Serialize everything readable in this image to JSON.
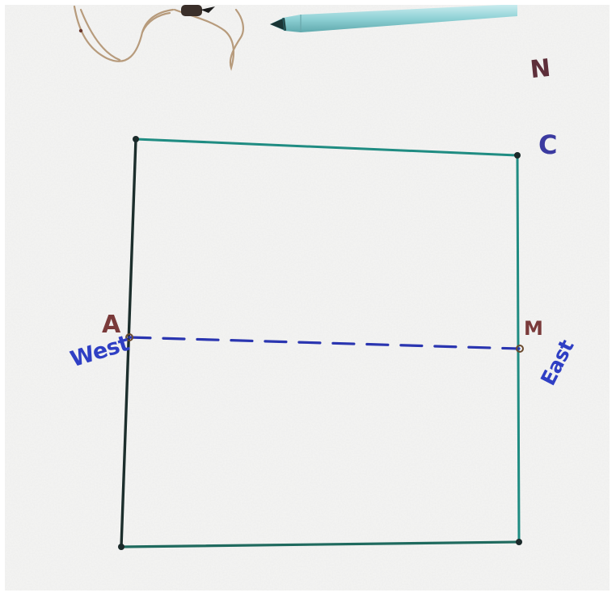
{
  "scene": {
    "description_labels": {
      "north": "N",
      "corner_c": "C",
      "point_a": "A",
      "point_m": "M",
      "west": "West",
      "east": "East"
    },
    "colors": {
      "foam_background": "#f3f3f2",
      "square_outline": "#1f8c82",
      "left_edge": "#1c2e2c",
      "dashed_line": "#2a35b0",
      "label_blue": "#2f3fc4",
      "label_maroon": "#5e2f3a",
      "pen_body": "#8fd1d5"
    },
    "icons": [
      "pen",
      "wire"
    ]
  }
}
